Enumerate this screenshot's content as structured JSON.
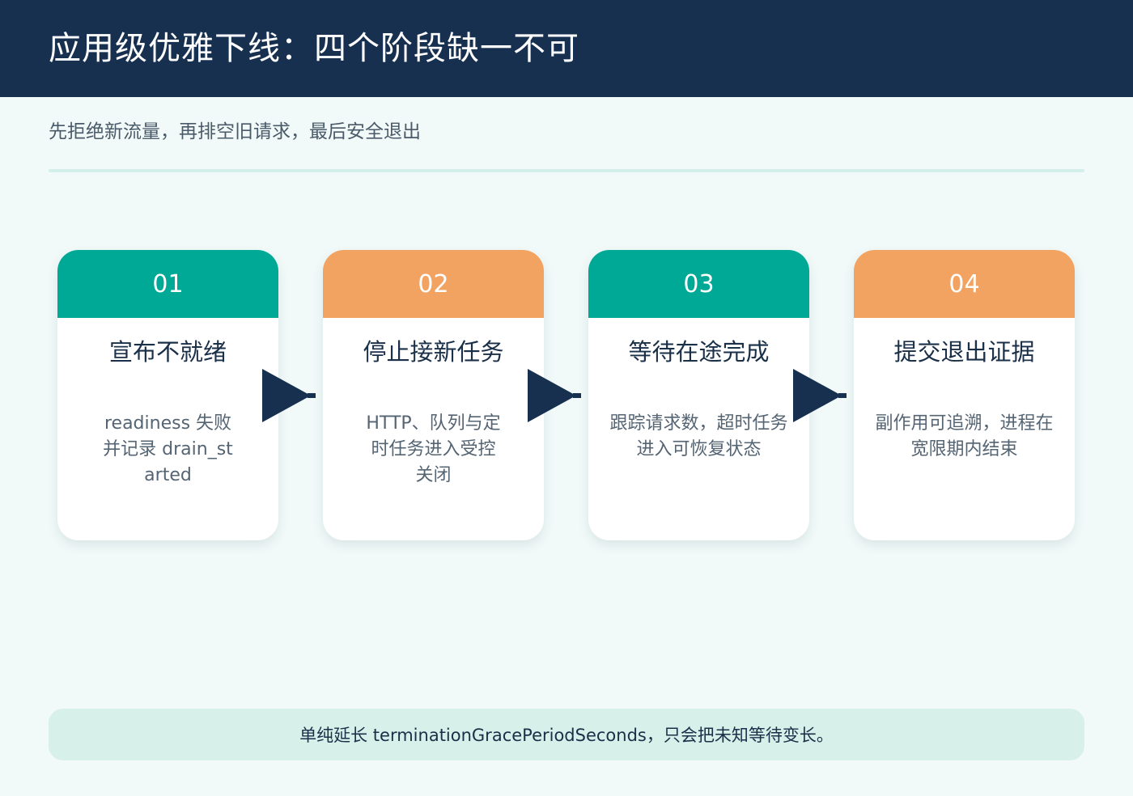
{
  "header": {
    "title": "应用级优雅下线：四个阶段缺一不可"
  },
  "subtitle": "先拒绝新流量，再排空旧请求，最后安全退出",
  "steps": [
    {
      "number": "01",
      "title": "宣布不就绪",
      "description": "readiness 失败并记录 drain_started",
      "color": "#00a896"
    },
    {
      "number": "02",
      "title": "停止接新任务",
      "description": "HTTP、队列与定时任务进入受控关闭",
      "color": "#f2a362"
    },
    {
      "number": "03",
      "title": "等待在途完成",
      "description": "跟踪请求数，超时任务进入可恢复状态",
      "color": "#00a896"
    },
    {
      "number": "04",
      "title": "提交退出证据",
      "description": "副作用可追溯，进程在宽限期内结束",
      "color": "#f2a362"
    }
  ],
  "footer": {
    "note": "单纯延长 terminationGracePeriodSeconds，只会把未知等待变长。"
  },
  "colors": {
    "header_bg": "#173050",
    "teal": "#00a896",
    "orange": "#f2a362",
    "arrow": "#173050",
    "page_bg": "#f1faf8"
  }
}
